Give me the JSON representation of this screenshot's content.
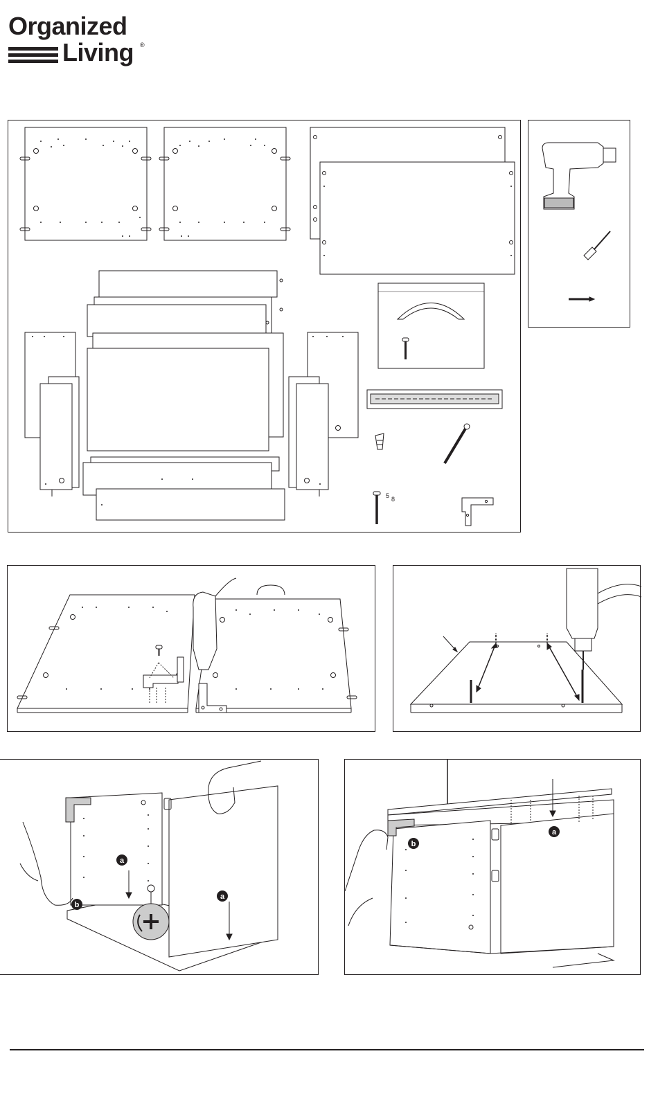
{
  "brand": {
    "line1": "Organized",
    "line2": "Living",
    "mark": "®"
  },
  "labels": {
    "screw_length_a": "5",
    "screw_length_b": "8",
    "callout_a": "a",
    "callout_b": "b"
  },
  "icons": {
    "tools": [
      "drill-icon",
      "screwdriver-icon",
      "drill-bit-icon"
    ],
    "hardware": [
      "handle-icon",
      "handle-screw-icon",
      "drawer-slide-icon",
      "cam-bolt-icon",
      "dowel-screw-icon",
      "long-screw-icon",
      "corner-bracket-icon"
    ],
    "rotate": "tighten-rotate-icon"
  }
}
